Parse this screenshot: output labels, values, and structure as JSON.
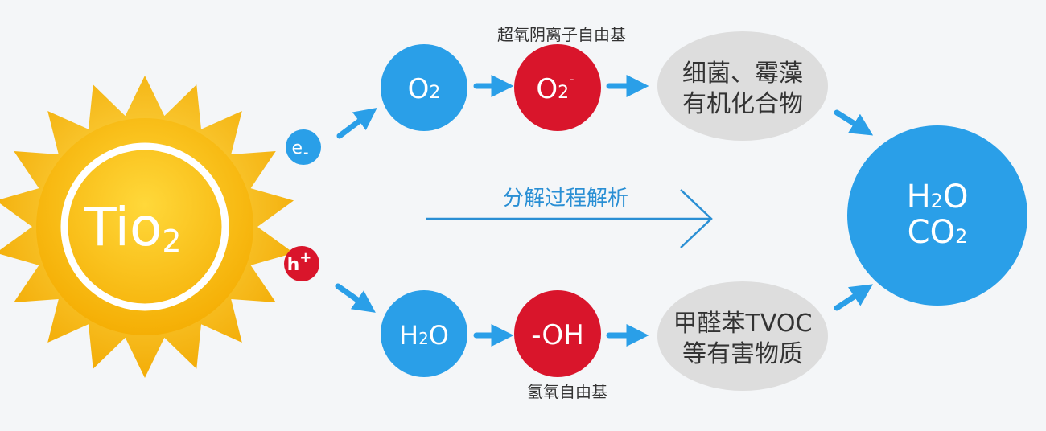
{
  "sun": {
    "label_main": "Tio",
    "label_sub": "2",
    "color_outer": "#f7c21a",
    "color_inner": "#f5b400",
    "ring_color": "#ffffff"
  },
  "carriers": {
    "electron": {
      "main": "e",
      "sup": "-",
      "color": "#2a9fe8"
    },
    "hole": {
      "main": "h",
      "sup": "+",
      "color": "#d9152b"
    }
  },
  "top_path": {
    "reactant": {
      "main": "O",
      "sub": "2",
      "color": "#2a9fe8"
    },
    "radical": {
      "main": "O",
      "sub": "2",
      "sup": "-",
      "color": "#d9152b"
    },
    "radical_caption": "超氧阴离子自由基",
    "target_line1": "细菌、霉藻",
    "target_line2": "有机化合物",
    "target_color": "#dddddd"
  },
  "bottom_path": {
    "reactant": {
      "h": "H",
      "sub": "2",
      "o": "O",
      "color": "#2a9fe8"
    },
    "radical": {
      "text": "-OH",
      "color": "#d9152b"
    },
    "radical_caption": "氢氧自由基",
    "target_line1": "甲醛苯TVOC",
    "target_line2": "等有害物质",
    "target_color": "#dddddd"
  },
  "process": {
    "label": "分解过程解析",
    "color": "#2a8fd4"
  },
  "product": {
    "line1_h": "H",
    "line1_sub": "2",
    "line1_o": "O",
    "line2_co": "CO",
    "line2_sub": "2",
    "color": "#2a9fe8"
  },
  "arrow_color": "#2a9fe8"
}
